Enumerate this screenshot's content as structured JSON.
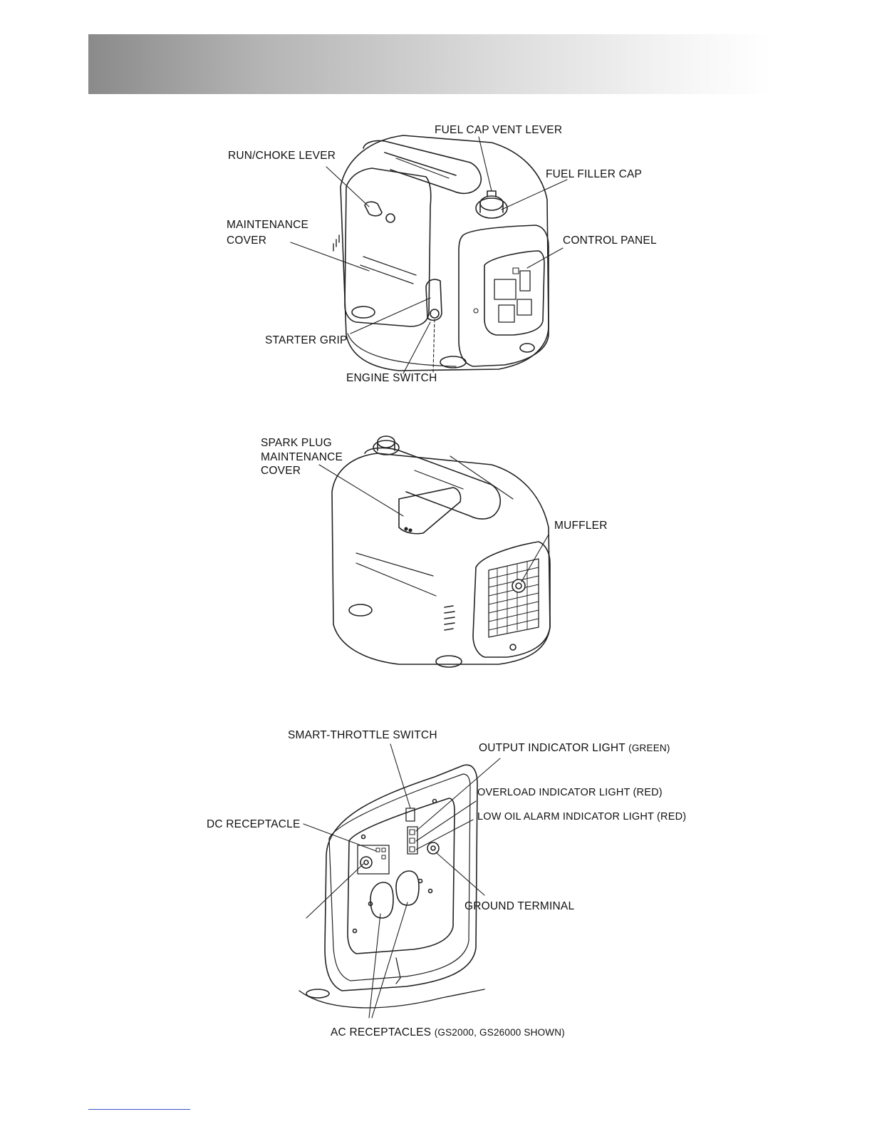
{
  "figure1": {
    "fuel_cap_vent_lever": "FUEL CAP VENT LEVER",
    "run_choke_lever": "RUN/CHOKE LEVER",
    "fuel_filler_cap": "FUEL FILLER CAP",
    "maintenance_cover_line1": "MAINTENANCE",
    "maintenance_cover_line2": "COVER",
    "control_panel": "CONTROL PANEL",
    "starter_grip": "STARTER GRIP",
    "engine_switch": "ENGINE SWITCH"
  },
  "figure2": {
    "spark_plug_line1": "SPARK PLUG",
    "spark_plug_line2": "MAINTENANCE",
    "spark_plug_line3": "COVER",
    "muffler": "MUFFLER"
  },
  "figure3": {
    "smart_throttle_switch": "SMART-THROTTLE SWITCH",
    "output_indicator_light": "OUTPUT INDICATOR LIGHT",
    "output_indicator_note": "(GREEN)",
    "overload_indicator_light": "OVERLOAD INDICATOR LIGHT (RED)",
    "low_oil_alarm_indicator_light": "LOW OIL ALARM INDICATOR LIGHT (RED)",
    "dc_receptacle": "DC RECEPTACLE",
    "ground_terminal": "GROUND TERMINAL",
    "ac_receptacles": "AC RECEPTACLES",
    "ac_receptacles_note": "(GS2000, GS26000 SHOWN)"
  }
}
